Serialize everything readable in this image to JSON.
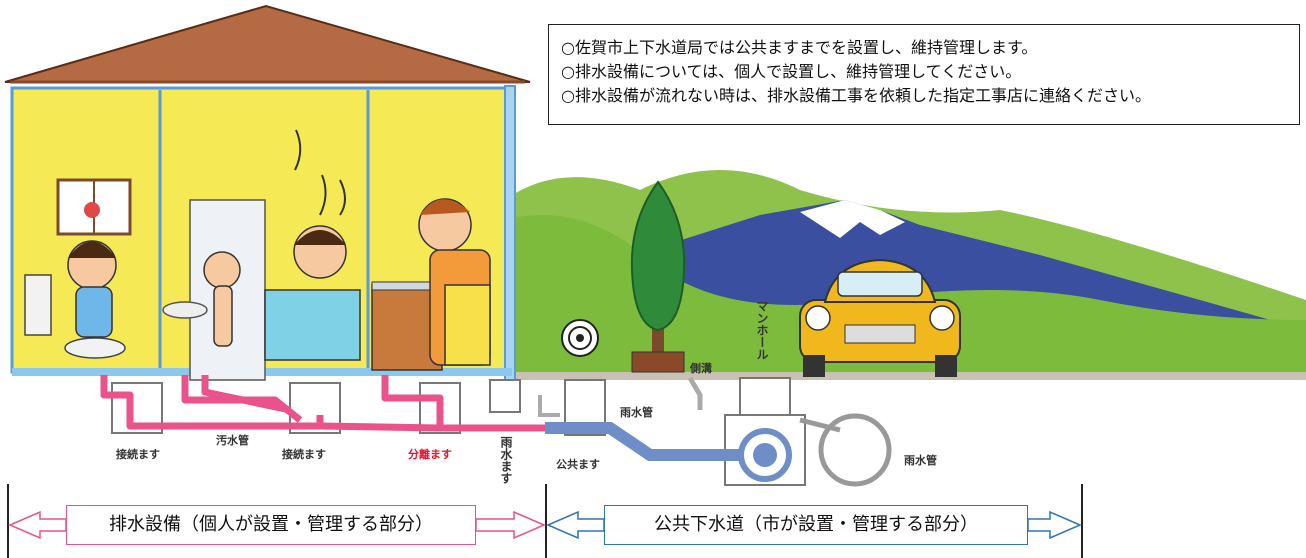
{
  "notes": [
    "○佐賀市上下水道局では公共ますまでを設置し、維持管理します。",
    "○排水設備については、個人で設置し、維持管理してください。",
    "○排水設備が流れない時は、排水設備工事を依頼した指定工事店に連絡ください。"
  ],
  "labels": {
    "connection_box_1": "接続ます",
    "sewage_pipe": "汚水管",
    "connection_box_2": "接続ます",
    "separation_box": "分離ます",
    "rainwater_box": "雨水ます",
    "public_box": "公共ます",
    "rain_pipe_1": "雨水管",
    "side_ditch": "側溝",
    "manhole": "マンホール",
    "rain_pipe_2": "雨水管"
  },
  "sections": {
    "private": "排水設備（個人が設置・管理する部分）",
    "public": "公共下水道（市が設置・管理する部分）"
  },
  "colors": {
    "private_accent": "#e9528a",
    "public_accent": "#2f75b6",
    "separation_label": "#e8132a"
  }
}
